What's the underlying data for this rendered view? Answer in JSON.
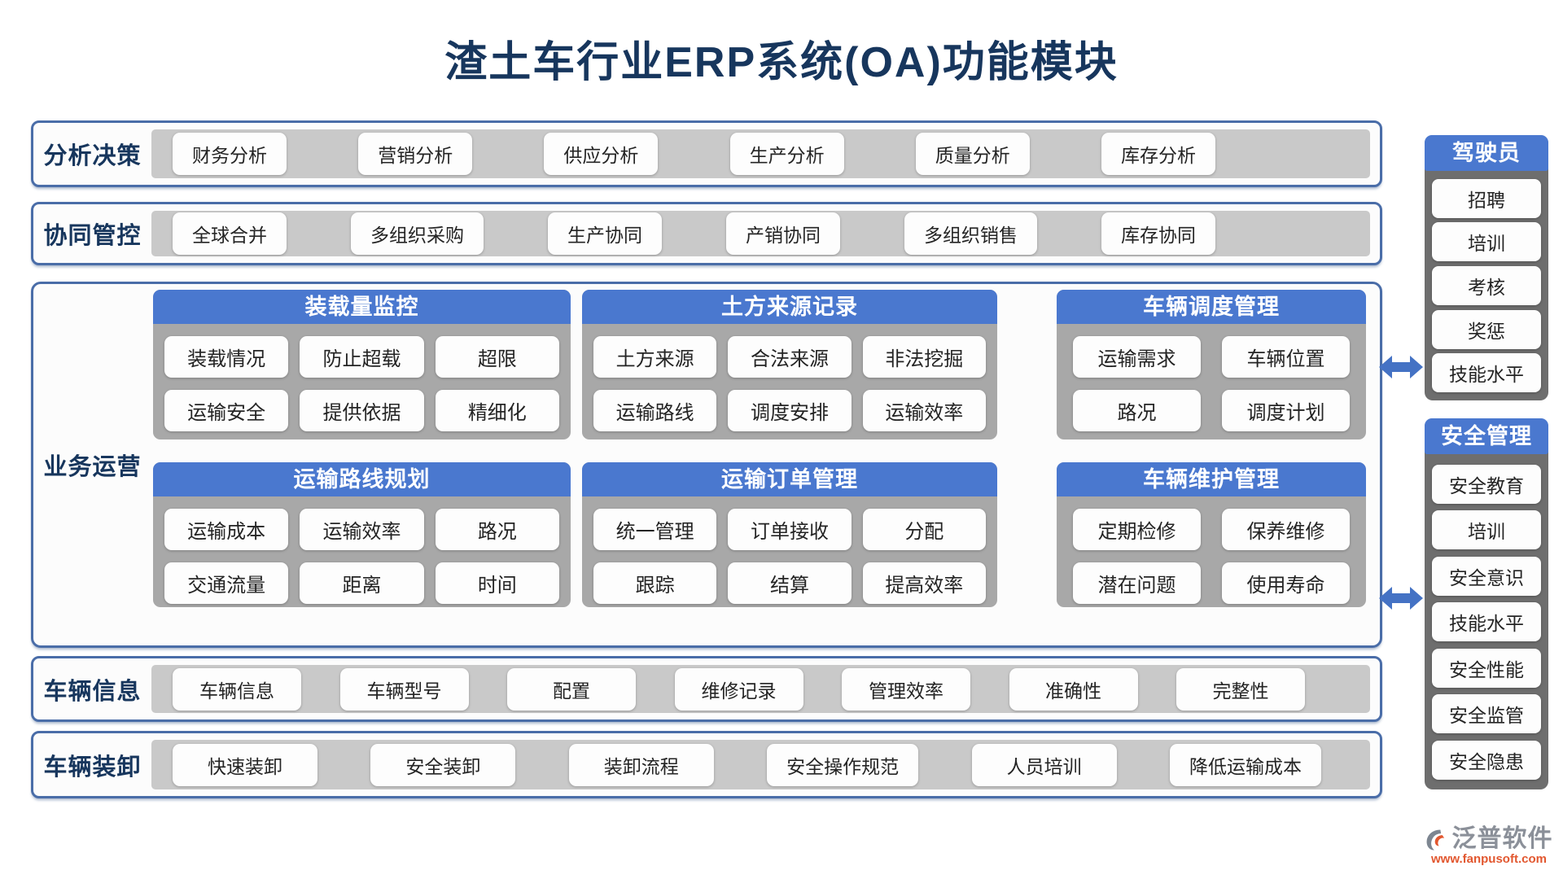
{
  "title": "渣土车行业ERP系统(OA)功能模块",
  "colors": {
    "title_navy": "#17365d",
    "border_blue": "#4a6da8",
    "header_blue": "#4a78cf",
    "band_gray": "#c9c9c9",
    "panel_gray": "#a8a8a8",
    "sidebar_gray": "#6e6e6e",
    "arrow_blue": "#4472c4",
    "chip_white": "#fdfdfd",
    "logo_orange": "#e2572f",
    "logo_gray": "#8b9099"
  },
  "strips": [
    {
      "label": "分析决策",
      "items": [
        "财务分析",
        "营销分析",
        "供应分析",
        "生产分析",
        "质量分析",
        "库存分析"
      ]
    },
    {
      "label": "协同管控",
      "items": [
        "全球合并",
        "多组织采购",
        "生产协同",
        "产销协同",
        "多组织销售",
        "库存协同"
      ]
    },
    {
      "label": "车辆信息",
      "items": [
        "车辆信息",
        "车辆型号",
        "配置",
        "维修记录",
        "管理效率",
        "准确性",
        "完整性"
      ]
    },
    {
      "label": "车辆装卸",
      "items": [
        "快速装卸",
        "安全装卸",
        "装卸流程",
        "安全操作规范",
        "人员培训",
        "降低运输成本"
      ]
    }
  ],
  "operations": {
    "label": "业务运营",
    "panels": [
      {
        "title": "装载量监控",
        "items": [
          "装载情况",
          "防止超载",
          "超限",
          "运输安全",
          "提供依据",
          "精细化"
        ]
      },
      {
        "title": "土方来源记录",
        "items": [
          "土方来源",
          "合法来源",
          "非法挖掘",
          "运输路线",
          "调度安排",
          "运输效率"
        ]
      },
      {
        "title": "车辆调度管理",
        "items": [
          "运输需求",
          "车辆位置",
          "路况",
          "调度计划"
        ]
      },
      {
        "title": "运输路线规划",
        "items": [
          "运输成本",
          "运输效率",
          "路况",
          "交通流量",
          "距离",
          "时间"
        ]
      },
      {
        "title": "运输订单管理",
        "items": [
          "统一管理",
          "订单接收",
          "分配",
          "跟踪",
          "结算",
          "提高效率"
        ]
      },
      {
        "title": "车辆维护管理",
        "items": [
          "定期检修",
          "保养维修",
          "潜在问题",
          "使用寿命"
        ]
      }
    ]
  },
  "sidebar": {
    "panels": [
      {
        "title": "驾驶员",
        "items": [
          "招聘",
          "培训",
          "考核",
          "奖惩",
          "技能水平"
        ]
      },
      {
        "title": "安全管理",
        "items": [
          "安全教育",
          "培训",
          "安全意识",
          "技能水平",
          "安全性能",
          "安全监管",
          "安全隐患"
        ]
      }
    ]
  },
  "footer": {
    "brand": "泛普软件",
    "url": "www.fanpusoft.com"
  }
}
